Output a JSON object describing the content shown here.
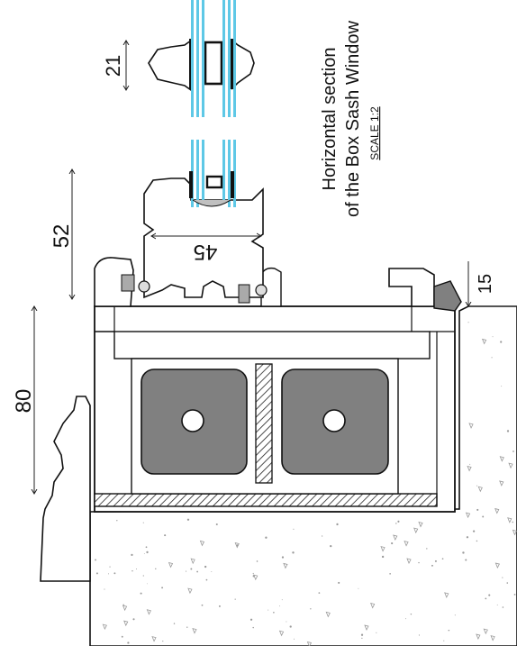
{
  "title": {
    "line1": "Horizontal section",
    "line2": "of the Box Sash Window",
    "scale": "SCALE 1:2"
  },
  "dimensions": {
    "frame_depth": "80",
    "sash_depth": "52",
    "bar_depth": "21",
    "sash_width": "45",
    "sill_step": "15"
  },
  "colors": {
    "glass": "#5ec8e6",
    "weight": "#808080",
    "hatch": "#222222",
    "stone_speckle": "#9a9a9a"
  }
}
